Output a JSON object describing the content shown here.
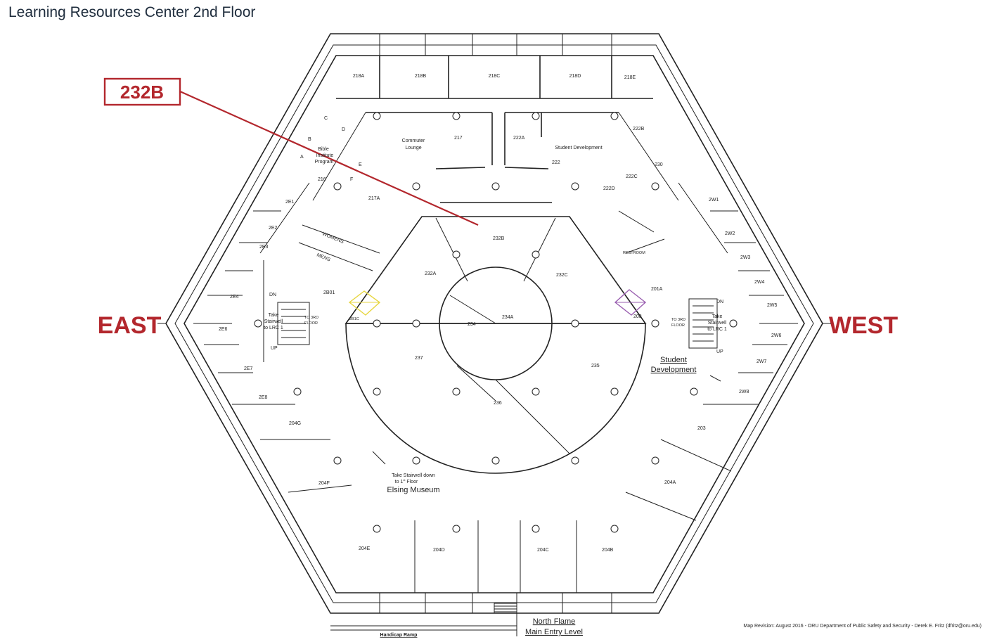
{
  "title": "Learning Resources Center 2nd Floor",
  "callout": {
    "label": "232B",
    "color": "#b3272d"
  },
  "directions": {
    "east": "EAST",
    "west": "WEST"
  },
  "rooms": {
    "r218A": "218A",
    "r218B": "218B",
    "r218C": "218C",
    "r218D": "218D",
    "r218E": "218E",
    "c": "C",
    "b": "B",
    "a": "A",
    "d": "D",
    "e": "E",
    "f": "F",
    "r216": "216",
    "r217": "217",
    "r217A": "217A",
    "commuter1": "Commuter",
    "commuter2": "Lounge",
    "bible1": "Bible",
    "bible2": "Institute",
    "bible3": "Program",
    "r222A": "222A",
    "r222": "222",
    "r222B": "222B",
    "r222C": "222C",
    "r222D": "222D",
    "r230": "230",
    "studentdev": "Student Development",
    "r2E1": "2E1",
    "r2E2": "2E2",
    "r2E3": "2E3",
    "r2E4": "2E4",
    "r2E6": "2E6",
    "r2E7": "2E7",
    "r2E8": "2E8",
    "womens": "WOMENS",
    "mens": "MENS",
    "r2B01": "2B01",
    "r2B1C": "2B1C",
    "r232A": "232A",
    "r232B": "232B",
    "r232C": "232C",
    "r234": "234",
    "r234A": "234A",
    "r237": "237",
    "r235": "235",
    "r236": "236",
    "r2W1": "2W1",
    "r2W2": "2W2",
    "r2W3": "2W3",
    "r2W4": "2W4",
    "r2W5": "2W5",
    "r2W6": "2W6",
    "r2W7": "2W7",
    "r2W8": "2W8",
    "restroom": "RESTROOM",
    "r201A": "201A",
    "r208": "208",
    "r203": "203",
    "r204A": "204A",
    "r204B": "204B",
    "r204C": "204C",
    "r204D": "204D",
    "r204E": "204E",
    "r204F": "204F",
    "r204G": "204G",
    "dn_e": "DN",
    "up_e": "UP",
    "dn_w": "DN",
    "up_w": "UP"
  },
  "notes": {
    "east_stair1": "Take",
    "east_stair2": "Stairwell",
    "east_stair3": "to LRC 1",
    "east_3rd1": "TO 3RD",
    "east_3rd2": "FLOOR",
    "west_stair1": "Take",
    "west_stair2": "Stairwell",
    "west_stair3": "to LRC 1",
    "west_3rd1": "TO 3RD",
    "west_3rd2": "FLOOR",
    "student_dev1": "Student",
    "student_dev2": "Development",
    "museum1": "Take Stairwell down",
    "museum2": "to 1",
    "museum2sup": "st",
    "museum2b": " Floor",
    "museum3": "Elsing Museum",
    "north1": "North Flame",
    "north2": "Main Entry Level",
    "ramp": "Handicap Ramp",
    "revision": "Map Revision: August 2016 - ORU Department of Public Safety and Security - Derek E. Fritz (dfritz@oru.edu)"
  }
}
